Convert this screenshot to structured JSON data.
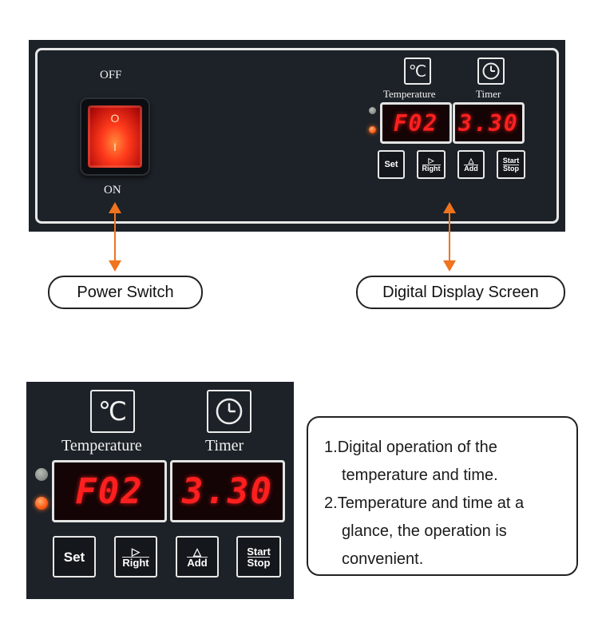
{
  "power_switch": {
    "off_label": "OFF",
    "on_label": "ON",
    "rocker_top_mark": "O",
    "rocker_bottom_mark": "I",
    "rocker_color": "#ff3a1c"
  },
  "control_panel": {
    "temperature_icon_text": "℃",
    "temperature_label": "Temperature",
    "timer_label": "Timer",
    "temperature_display": "F02",
    "timer_display": "3.30",
    "display_color": "#ff1f1f",
    "indicator_colors": [
      "#8a8f8a",
      "#ff5a14"
    ],
    "buttons": {
      "set": "Set",
      "right_glyph": "▷",
      "right": "Right",
      "add_glyph": "△",
      "add": "Add",
      "start": "Start",
      "stop": "Stop"
    }
  },
  "callouts": {
    "power_switch": "Power Switch",
    "digital_display": "Digital Display Screen",
    "arrow_color": "#f0731e"
  },
  "description": {
    "line1_num": "1.",
    "line1a": "Digital operation of the",
    "line1b": "temperature and time.",
    "line2_num": "2.",
    "line2a": "Temperature and time at a",
    "line2b": "glance, the operation is",
    "line2c": "convenient."
  }
}
